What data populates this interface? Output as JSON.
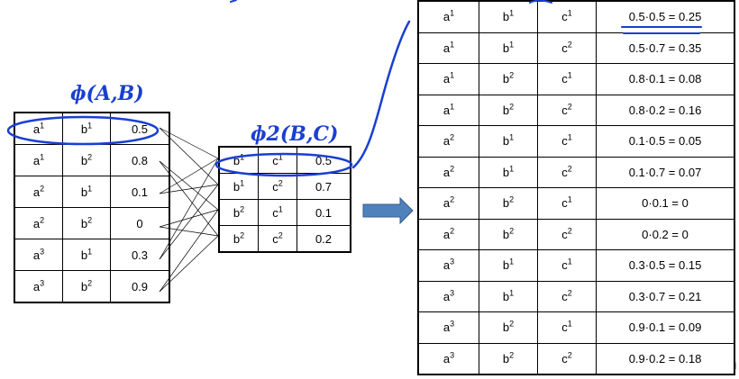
{
  "annotations": {
    "phi1_label": "ɸ(A,B)",
    "phi2_label": "ɸ2(B,C)"
  },
  "phi1": {
    "rows": [
      {
        "a": "a",
        "ai": "1",
        "b": "b",
        "bi": "1",
        "v": "0.5"
      },
      {
        "a": "a",
        "ai": "1",
        "b": "b",
        "bi": "2",
        "v": "0.8"
      },
      {
        "a": "a",
        "ai": "2",
        "b": "b",
        "bi": "1",
        "v": "0.1"
      },
      {
        "a": "a",
        "ai": "2",
        "b": "b",
        "bi": "2",
        "v": "0"
      },
      {
        "a": "a",
        "ai": "3",
        "b": "b",
        "bi": "1",
        "v": "0.3"
      },
      {
        "a": "a",
        "ai": "3",
        "b": "b",
        "bi": "2",
        "v": "0.9"
      }
    ]
  },
  "phi2": {
    "rows": [
      {
        "b": "b",
        "bi": "1",
        "c": "c",
        "ci": "1",
        "v": "0.5"
      },
      {
        "b": "b",
        "bi": "1",
        "c": "c",
        "ci": "2",
        "v": "0.7"
      },
      {
        "b": "b",
        "bi": "2",
        "c": "c",
        "ci": "1",
        "v": "0.1"
      },
      {
        "b": "b",
        "bi": "2",
        "c": "c",
        "ci": "2",
        "v": "0.2"
      }
    ]
  },
  "product": {
    "rows": [
      {
        "a": "a",
        "ai": "1",
        "b": "b",
        "bi": "1",
        "c": "c",
        "ci": "1",
        "expr": "0.5·0.5 = 0.25"
      },
      {
        "a": "a",
        "ai": "1",
        "b": "b",
        "bi": "1",
        "c": "c",
        "ci": "2",
        "expr": "0.5·0.7 = 0.35"
      },
      {
        "a": "a",
        "ai": "1",
        "b": "b",
        "bi": "2",
        "c": "c",
        "ci": "1",
        "expr": "0.8·0.1 = 0.08"
      },
      {
        "a": "a",
        "ai": "1",
        "b": "b",
        "bi": "2",
        "c": "c",
        "ci": "2",
        "expr": "0.8·0.2 = 0.16"
      },
      {
        "a": "a",
        "ai": "2",
        "b": "b",
        "bi": "1",
        "c": "c",
        "ci": "1",
        "expr": "0.1·0.5 = 0.05"
      },
      {
        "a": "a",
        "ai": "2",
        "b": "b",
        "bi": "1",
        "c": "c",
        "ci": "2",
        "expr": "0.1·0.7 = 0.07"
      },
      {
        "a": "a",
        "ai": "2",
        "b": "b",
        "bi": "2",
        "c": "c",
        "ci": "1",
        "expr": "0·0.1 = 0"
      },
      {
        "a": "a",
        "ai": "2",
        "b": "b",
        "bi": "2",
        "c": "c",
        "ci": "2",
        "expr": "0·0.2 = 0"
      },
      {
        "a": "a",
        "ai": "3",
        "b": "b",
        "bi": "1",
        "c": "c",
        "ci": "1",
        "expr": "0.3·0.5 = 0.15"
      },
      {
        "a": "a",
        "ai": "3",
        "b": "b",
        "bi": "1",
        "c": "c",
        "ci": "2",
        "expr": "0.3·0.7 = 0.21"
      },
      {
        "a": "a",
        "ai": "3",
        "b": "b",
        "bi": "2",
        "c": "c",
        "ci": "1",
        "expr": "0.9·0.1 = 0.09"
      },
      {
        "a": "a",
        "ai": "3",
        "b": "b",
        "bi": "2",
        "c": "c",
        "ci": "2",
        "expr": "0.9·0.2 = 0.18"
      }
    ]
  },
  "colors": {
    "annotation": "#1a3fd1",
    "arrow": "#4f81bd",
    "arrow_stroke": "#385d8a"
  },
  "edge_mark": "l"
}
